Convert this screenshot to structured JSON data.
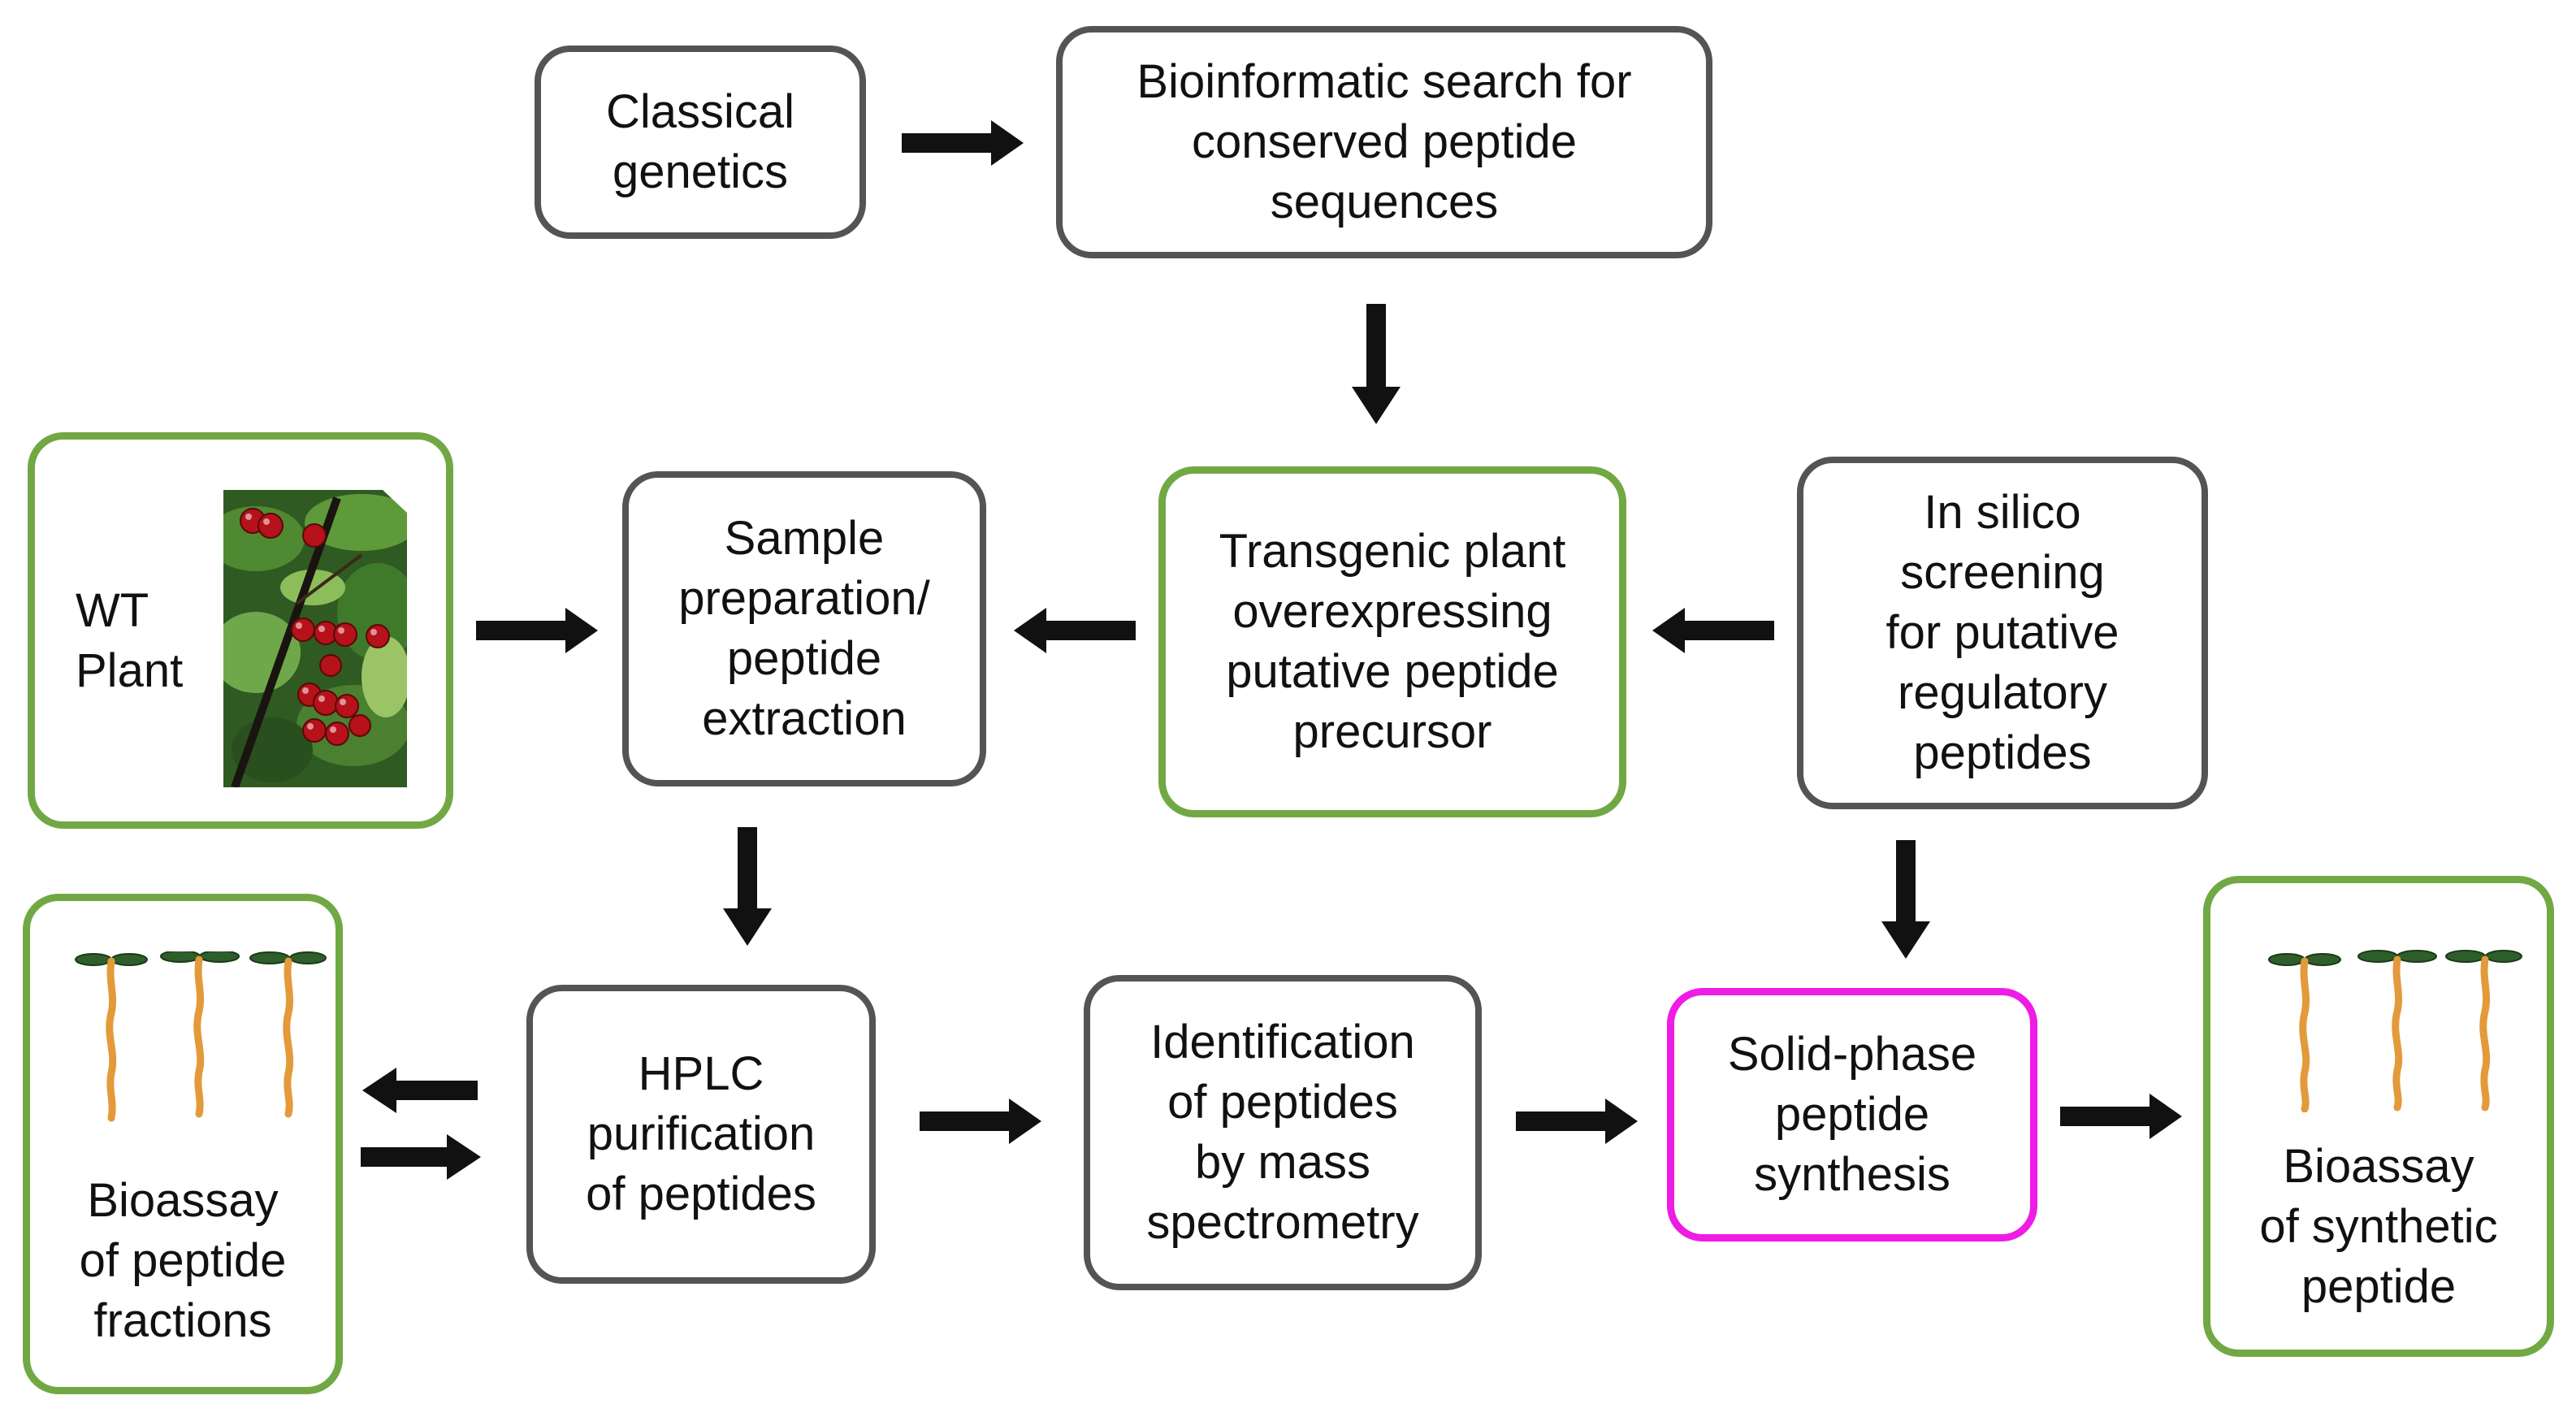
{
  "boxes": {
    "classical_genetics": "Classical\ngenetics",
    "bioinformatic": "Bioinformatic search for\nconserved  peptide\nsequences",
    "wt_plant": "WT\nPlant",
    "sample_prep": "Sample\npreparation/\npeptide\nextraction",
    "transgenic": "Transgenic plant\noverexpressing\nputative peptide\nprecursor",
    "in_silico": "In silico\nscreening\nfor putative\nregulatory\npeptides",
    "bioassay_fractions": "Bioassay\nof peptide\nfractions",
    "hplc": "HPLC\npurification\nof peptides",
    "identification": "Identification\nof peptides\nby mass\nspectrometry",
    "solid_phase": "Solid-phase\npeptide\nsynthesis",
    "bioassay_synthetic": "Bioassay\nof synthetic\npeptide"
  },
  "colors": {
    "gray_border": "#545454",
    "green_border": "#71a844",
    "magenta_border": "#ee1ce4",
    "arrow": "#111111",
    "root": "#e39a3a",
    "leaf": "#2e5e2a",
    "cherry": "#b5121b"
  },
  "icons": {
    "plant_photo": "cherry-plant-photo",
    "seedlings": "seedling-root-icon"
  }
}
